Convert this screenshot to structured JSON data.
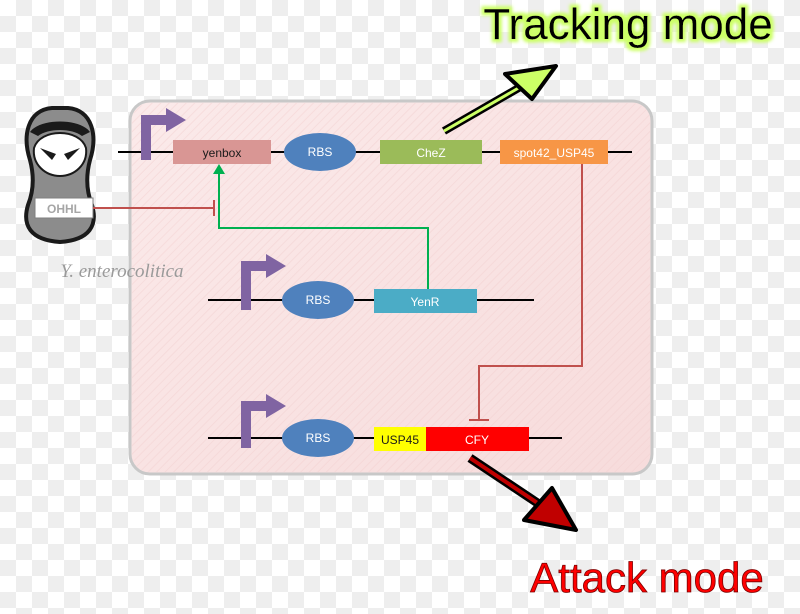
{
  "titles": {
    "tracking_mode": "Tracking mode",
    "attack_mode": "Attack mode"
  },
  "organism": {
    "name": "Y. enterocolitica",
    "signal": "OHHL",
    "icon": "bacterium-face-icon"
  },
  "circuit1": {
    "promoter_icon": "promoter-arrow-icon",
    "parts": [
      "yenbox",
      "RBS",
      "CheZ",
      "spot42_USP45"
    ]
  },
  "circuit2": {
    "promoter_icon": "promoter-arrow-icon",
    "parts": [
      "RBS",
      "YenR"
    ]
  },
  "circuit3": {
    "promoter_icon": "promoter-arrow-icon",
    "parts": [
      "RBS",
      "USP45",
      "CFY"
    ]
  },
  "colors": {
    "yenbox": "#d99694",
    "rbs": "#4f81bd",
    "chez": "#9bbb59",
    "spot42": "#f79646",
    "yenr": "#4bacc6",
    "usp45": "#ffff00",
    "cfy": "#ff0000",
    "promoter": "#8064a2",
    "activation": "#00b050",
    "repression": "#c0504d",
    "tracking_text": "#000000",
    "tracking_glow": "#ccff66",
    "attack_text": "#ff0000"
  }
}
